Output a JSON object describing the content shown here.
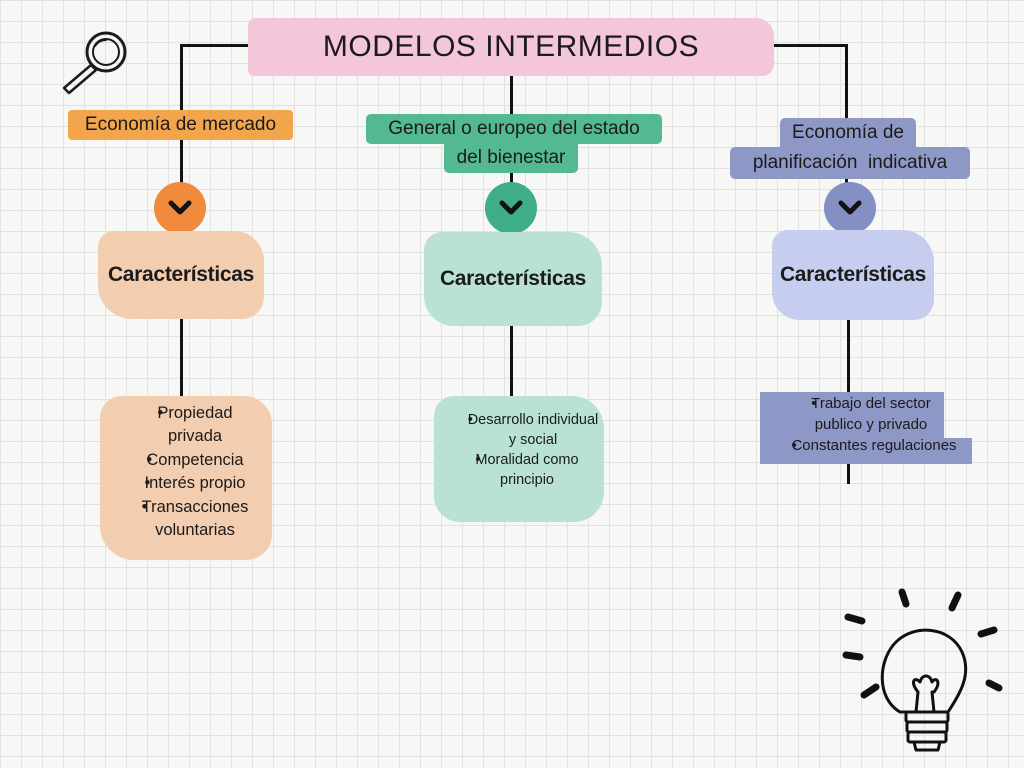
{
  "title": "MODELOS INTERMEDIOS",
  "colors": {
    "title_bg": "#f4c6da",
    "market": "#f3a54b",
    "market_light": "#f3cdb0",
    "welfare": "#52b992",
    "welfare_light": "#b9e2d3",
    "indicative": "#8e98c7",
    "indicative_light": "#c6cdee"
  },
  "icons": [
    "magnifier-icon",
    "chevron-down-icon",
    "lightbulb-icon"
  ],
  "models": [
    {
      "label": "Economía de mercado",
      "characteristics_label": "Características",
      "items": [
        "Propiedad privada",
        "Competencia",
        "Interés propio",
        "Transacciones voluntarias"
      ]
    },
    {
      "label_lines": [
        "General o europeo del estado",
        "del bienestar"
      ],
      "characteristics_label": "Características",
      "items": [
        "Desarrollo individual y social",
        "Moralidad como principio"
      ]
    },
    {
      "label_lines": [
        "Economía de",
        "planificación  indicativa"
      ],
      "characteristics_label": "Características",
      "items": [
        "Trabajo del sector publico y privado",
        "Constantes regulaciones"
      ]
    }
  ]
}
